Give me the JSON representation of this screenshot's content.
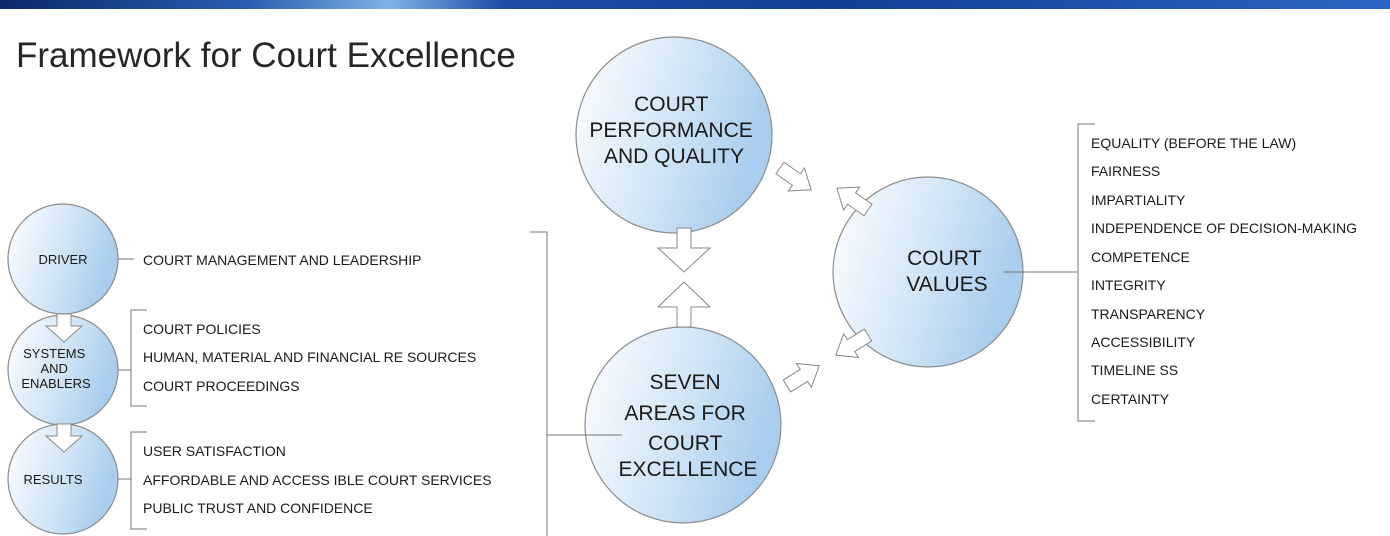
{
  "title": "Framework for Court Excellence",
  "colors": {
    "circle_fill": "#a9cdee",
    "stroke": "#888888",
    "accent_bar": "#1f4fa8"
  },
  "circles": {
    "performance": [
      "COURT",
      "PERFORMANCE",
      "AND QUALITY"
    ],
    "values": [
      "COURT",
      "VALUES"
    ],
    "seven_areas": [
      "SEVEN",
      "AREAS FOR",
      "COURT",
      "EXCELLENCE"
    ],
    "driver": [
      "DRIVER"
    ],
    "systems": [
      "SYSTEMS",
      "AND",
      "ENABLERS"
    ],
    "results": [
      "RESULTS"
    ]
  },
  "driver_items": [
    "COURT MANAGEMENT AND LEADERSHIP"
  ],
  "systems_items": [
    "COURT POLICIES",
    "HUMAN, MATERIAL AND FINANCIAL RE SOURCES",
    "COURT PROCEEDINGS"
  ],
  "results_items": [
    "USER SATISFACTION",
    "AFFORDABLE AND ACCESS IBLE COURT SERVICES",
    "PUBLIC TRUST AND CONFIDENCE"
  ],
  "values_items": [
    "EQUALITY (BEFORE THE LAW)",
    "FAIRNESS",
    "IMPARTIALITY",
    "INDEPENDENCE OF DECISION-MAKING",
    "COMPETENCE",
    "INTEGRITY",
    "TRANSPARENCY",
    "ACCESSIBILITY",
    "TIMELINE SS",
    "CERTAINTY"
  ]
}
